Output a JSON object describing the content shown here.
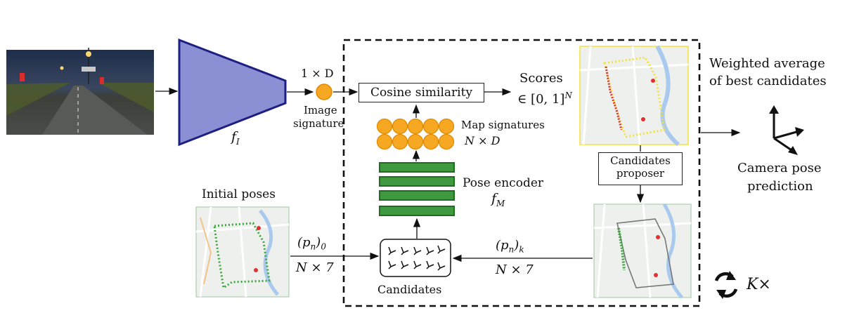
{
  "labels": {
    "dim_1xD": "1 × D",
    "image_signature_line1": "Image",
    "image_signature_line2": "signature",
    "f_I": "f",
    "f_I_sub": "I",
    "cosine_similarity": "Cosine similarity",
    "scores": "Scores",
    "scores_range": "∈ [0, 1]",
    "scores_range_sup": "N",
    "map_signatures_line1": "Map signatures",
    "map_signatures_line2": "N × D",
    "pose_encoder": "Pose encoder",
    "f_M": "f",
    "f_M_sub": "M",
    "initial_poses": "Initial poses",
    "p0": "(p",
    "p0_sub": "n",
    "p0_close": ")",
    "p0_subscript": "0",
    "n7_left": "N × 7",
    "pk": "(p",
    "pk_sub": "n",
    "pk_close": ")",
    "pk_subscript": "k",
    "n7_right": "N × 7",
    "candidates": "Candidates",
    "candidates_proposer_line1": "Candidates",
    "candidates_proposer_line2": "proposer",
    "weighted_avg_line1": "Weighted average",
    "weighted_avg_line2": "of best candidates",
    "camera_pose_line1": "Camera pose",
    "camera_pose_line2": "prediction",
    "k_times": "K×"
  },
  "colors": {
    "encoder_fill": "#8b8fd4",
    "encoder_stroke": "#1d2080",
    "signature_fill": "#f7a823",
    "signature_stroke": "#e08a00",
    "pose_enc_fill": "#3f9a3f",
    "pose_enc_stroke": "#1f6d1f",
    "track_green": "#3aa83a",
    "track_yellow": "#f1e23a",
    "track_red": "#e03030",
    "map_bg": "#eef0ee"
  }
}
